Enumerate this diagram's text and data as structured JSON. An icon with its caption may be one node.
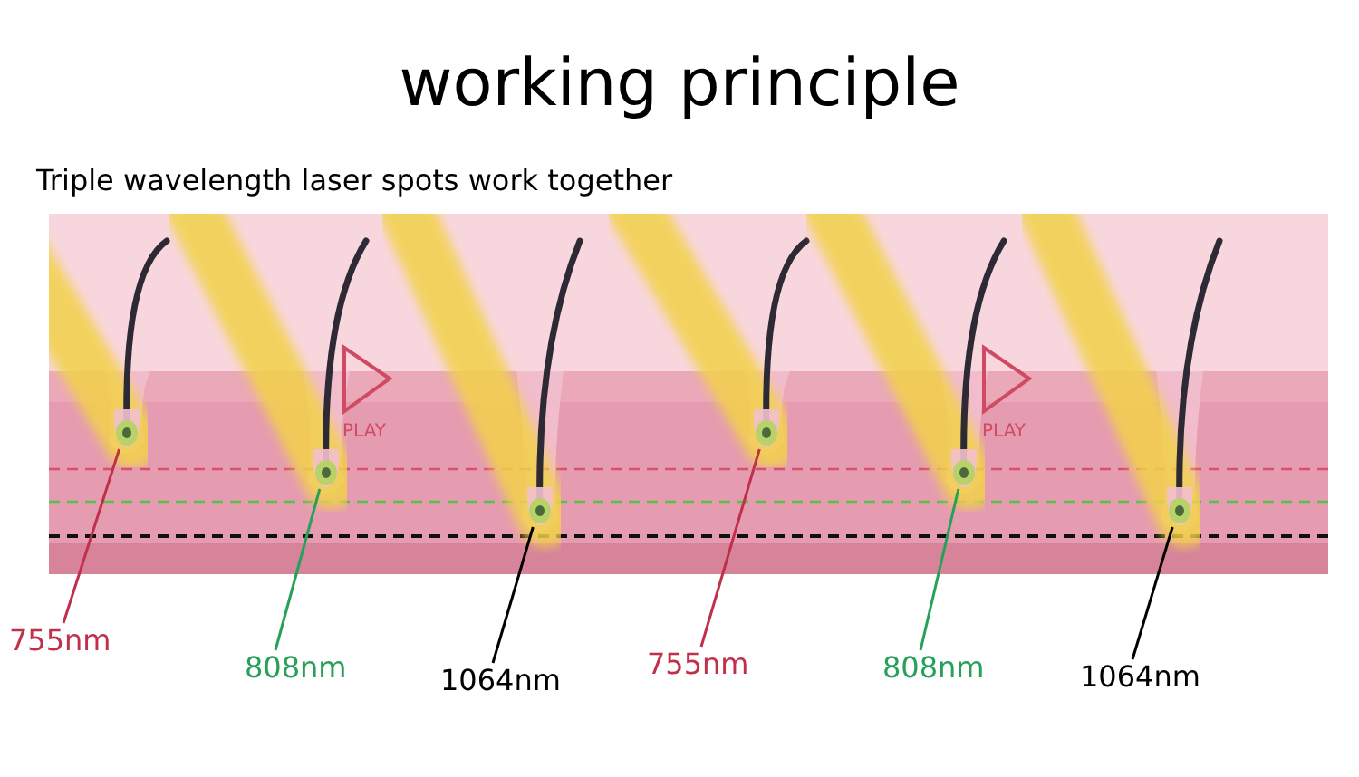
{
  "diagram": {
    "title": "working principle",
    "nodes": [
      {
        "text": [],
        "shape": "picture"
      },
      {
        "text": [],
        "shape": "picture"
      },
      {
        "text": [],
        "shape": "picture"
      },
      {
        "text": [],
        "shape": "picture"
      },
      {
        "text": [],
        "shape": "picture"
      },
      {
        "text": [],
        "shape": "picture"
      },
      {
        "text": [
          "755nm"
        ]
      },
      {
        "text": [
          "808nm"
        ]
      },
      {
        "text": [
          "1064nm"
        ]
      },
      {
        "text": [
          "755nm"
        ]
      },
      {
        "text": [
          "808nm"
        ]
      },
      {
        "text": [
          "1064nm"
        ]
      }
    ],
    "edges": [
      {
        "from": 6,
        "to": 0,
        "arrow": "none",
        "color": "#c0304a"
      },
      {
        "from": 7,
        "to": 1,
        "arrow": "none",
        "color": "#27a05a"
      },
      {
        "from": 8,
        "to": 2,
        "arrow": "none",
        "color": "#000000"
      },
      {
        "from": 9,
        "to": 3,
        "arrow": "none",
        "color": "#c0304a"
      },
      {
        "from": 10,
        "to": 4,
        "arrow": "none",
        "color": "#27a05a"
      },
      {
        "from": 11,
        "to": 5,
        "arrow": "none",
        "color": "#000000"
      }
    ],
    "labels": [
      "Triple wavelength laser spots work together",
      "PLAY",
      "PLAY"
    ]
  }
}
